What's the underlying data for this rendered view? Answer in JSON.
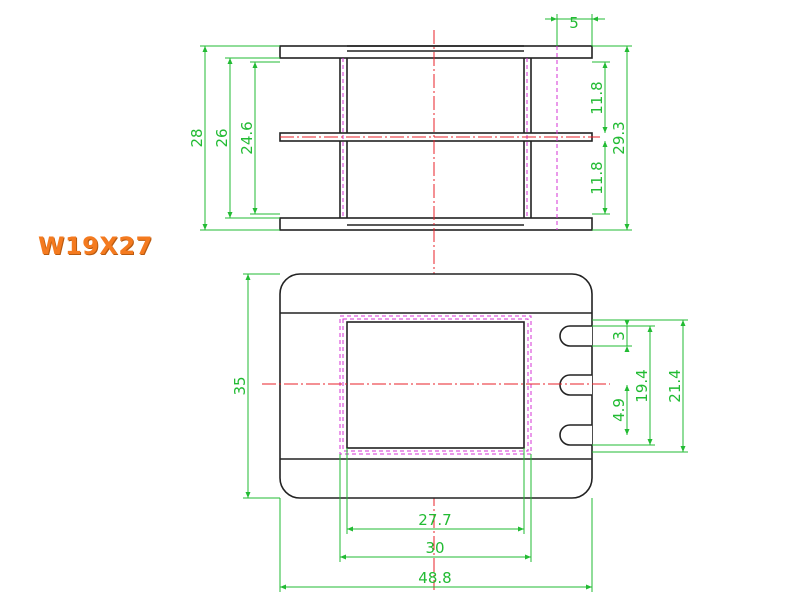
{
  "title": "W19X27",
  "colors": {
    "outline": "#222222",
    "dimension": "#22bb33",
    "centerline": "#e8202a",
    "hidden": "#d633d6",
    "title": "#f47a1f"
  },
  "dimensions": {
    "top_view": {
      "height_outer": "28",
      "height_mid": "26",
      "height_inner": "24.6",
      "pin_width": "5",
      "upper_gap": "11.8",
      "lower_gap": "11.8",
      "total_span": "29.3"
    },
    "bottom_view": {
      "height": "35",
      "slot_width": "3",
      "slot_pitch": "4.9",
      "slots_span": "19.4",
      "slots_total": "21.4",
      "window_width": "27.7",
      "core_width": "30",
      "overall_width": "48.8"
    }
  }
}
